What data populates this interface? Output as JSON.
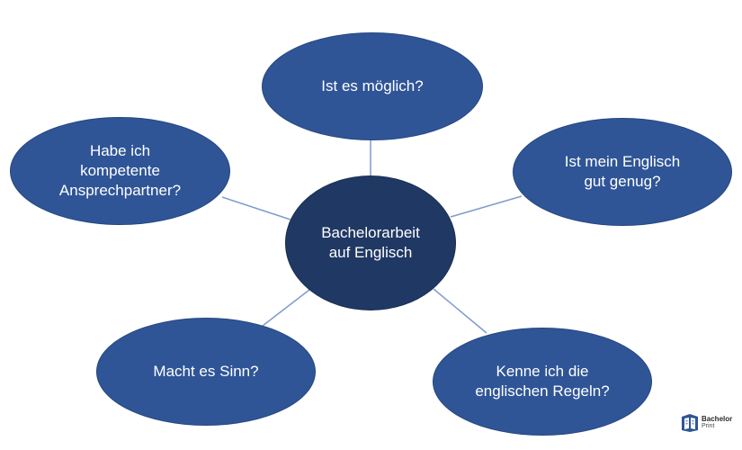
{
  "diagram": {
    "center": {
      "label": "Bachelorarbeit\nauf Englisch"
    },
    "nodes": {
      "top": {
        "label": "Ist es möglich?"
      },
      "right": {
        "label": "Ist mein Englisch\ngut genug?"
      },
      "left": {
        "label": "Habe ich\nkompetente\nAnsprechpartner?"
      },
      "bottom_left": {
        "label": "Macht es Sinn?"
      },
      "bottom_right": {
        "label": "Kenne ich die\nenglischen Regeln?"
      }
    }
  },
  "logo": {
    "line1": "Bachelor",
    "line2": "Print",
    "icon": "bachelorprint-logo-icon"
  },
  "colors": {
    "outer_node": "#2f5597",
    "center_node": "#203864",
    "connector": "#7f9ccc",
    "logo_blue": "#2f5597"
  }
}
